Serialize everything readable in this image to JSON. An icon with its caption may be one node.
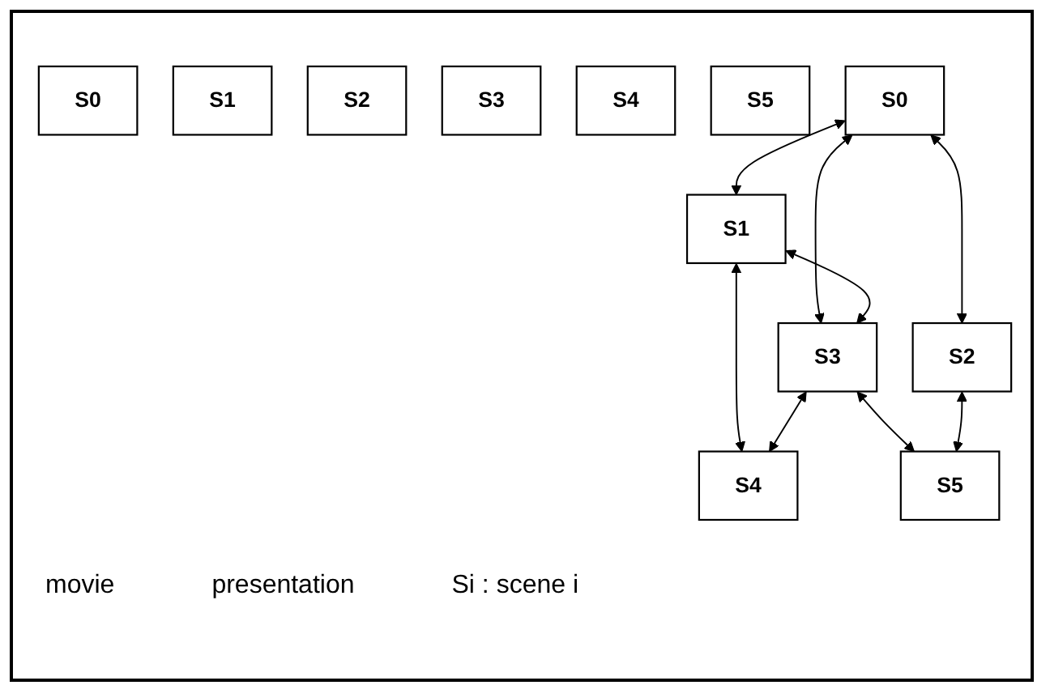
{
  "diagram": {
    "nodes": [
      {
        "text": [
          "S0"
        ]
      },
      {
        "text": [
          "S1"
        ]
      },
      {
        "text": [
          "S2"
        ]
      },
      {
        "text": [
          "S3"
        ]
      },
      {
        "text": [
          "S4"
        ]
      },
      {
        "text": [
          "S5"
        ]
      },
      {
        "text": [
          "S0"
        ]
      },
      {
        "text": [
          "S2"
        ]
      },
      {
        "text": [
          "S1"
        ]
      },
      {
        "text": [
          "S3"
        ]
      },
      {
        "text": [
          "S4"
        ]
      },
      {
        "text": [
          "S5"
        ]
      }
    ],
    "edges": [
      {
        "from": 6,
        "to": 8,
        "arrow": "both"
      },
      {
        "from": 6,
        "to": 9,
        "arrow": "both"
      },
      {
        "from": 6,
        "to": 7,
        "arrow": "both"
      },
      {
        "from": 8,
        "to": 9,
        "arrow": "both"
      },
      {
        "from": 8,
        "to": 10,
        "arrow": "both"
      },
      {
        "from": 9,
        "to": 10,
        "arrow": "both"
      },
      {
        "from": 9,
        "to": 11,
        "arrow": "both"
      },
      {
        "from": 7,
        "to": 11,
        "arrow": "both"
      }
    ],
    "labels": [
      "movie",
      "presentation",
      "Si : scene i"
    ]
  }
}
